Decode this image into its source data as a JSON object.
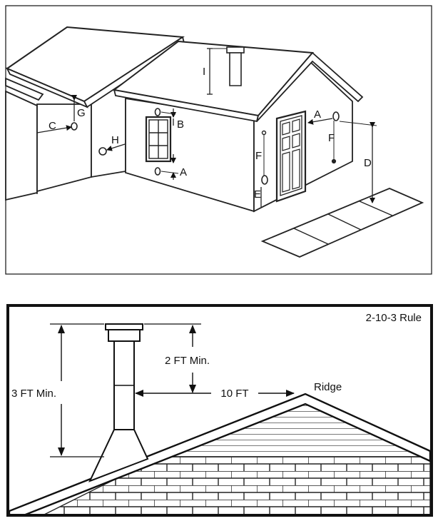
{
  "house_diagram": {
    "labels": {
      "a_door": "A",
      "a_window": "A",
      "b": "B",
      "c": "C",
      "d": "D",
      "e": "E",
      "f_left": "F",
      "f_right": "F",
      "g": "G",
      "h": "H",
      "i": "I"
    }
  },
  "rule_diagram": {
    "title": "2-10-3 Rule",
    "three_ft": "3 FT Min.",
    "two_ft": "2 FT Min.",
    "ten_ft": "10 FT",
    "ridge": "Ridge"
  }
}
